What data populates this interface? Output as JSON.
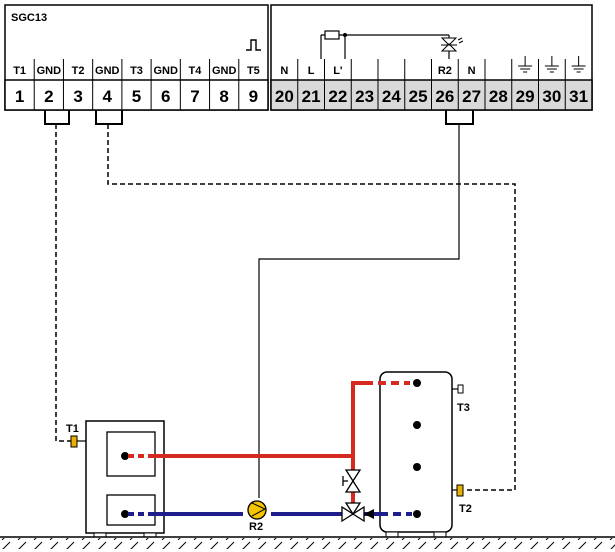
{
  "controller": {
    "title": "SGC13",
    "left_signals": [
      "T1",
      "GND",
      "T2",
      "GND",
      "T3",
      "GND",
      "T4",
      "GND",
      "T5"
    ],
    "left_numbers": [
      "1",
      "2",
      "3",
      "4",
      "5",
      "6",
      "7",
      "8",
      "9"
    ],
    "right_signals": [
      "N",
      "L",
      "L'",
      "",
      "",
      "",
      "R2",
      "N",
      "",
      "",
      "",
      ""
    ],
    "right_numbers": [
      "20",
      "21",
      "22",
      "23",
      "24",
      "25",
      "26",
      "27",
      "28",
      "29",
      "30",
      "31"
    ]
  },
  "labels": {
    "sensor_t1": "T1",
    "sensor_t2": "T2",
    "sensor_t3": "T3",
    "pump": "R2"
  },
  "colors": {
    "hot_pipe": "#d42a20",
    "cold_pipe": "#1e1e8a",
    "terminal_shade": "#d9d9d9",
    "pump_fill": "#f5c400",
    "sensor_fill": "#e8b000"
  },
  "icons": {
    "fuse": "fuse-icon",
    "triac": "triac-icon",
    "earth": "earth-ground-icon",
    "pulse": "pulse-icon",
    "pump": "pump-icon",
    "valve": "valve-icon",
    "mixing_valve": "three-way-valve-icon"
  }
}
